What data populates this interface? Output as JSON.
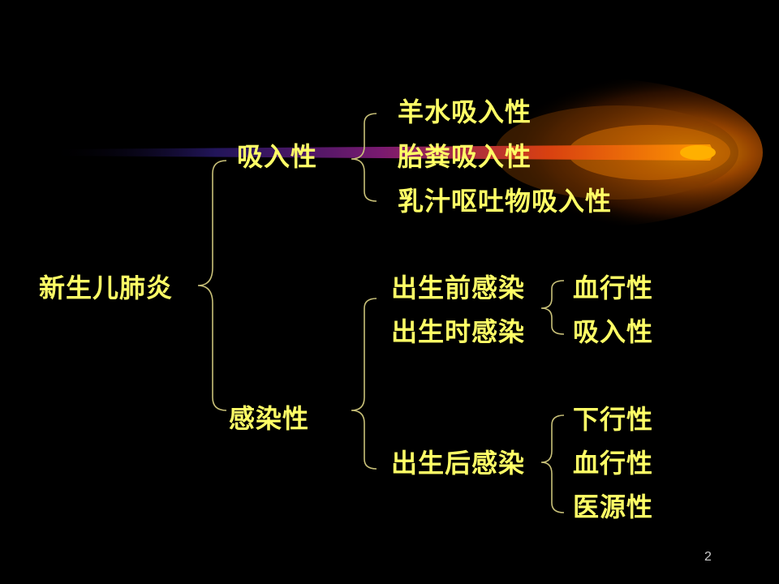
{
  "diagram": {
    "root": "新生儿肺炎",
    "aspiration": {
      "label": "吸入性",
      "items": [
        "羊水吸入性",
        "胎粪吸入性",
        "乳汁呕吐物吸入性"
      ]
    },
    "infection": {
      "label": "感染性",
      "prenatal": "出生前感染",
      "intrapartum": "出生时感染",
      "prenatal_routes": [
        "血行性",
        "吸入性"
      ],
      "postnatal": "出生后感染",
      "postnatal_routes": [
        "下行性",
        "血行性",
        "医源性"
      ]
    }
  },
  "page_number": "2",
  "colors": {
    "background": "#000000",
    "text": "#ffff66",
    "bracket": "#c8c078",
    "comet_core": "#ffa000"
  }
}
